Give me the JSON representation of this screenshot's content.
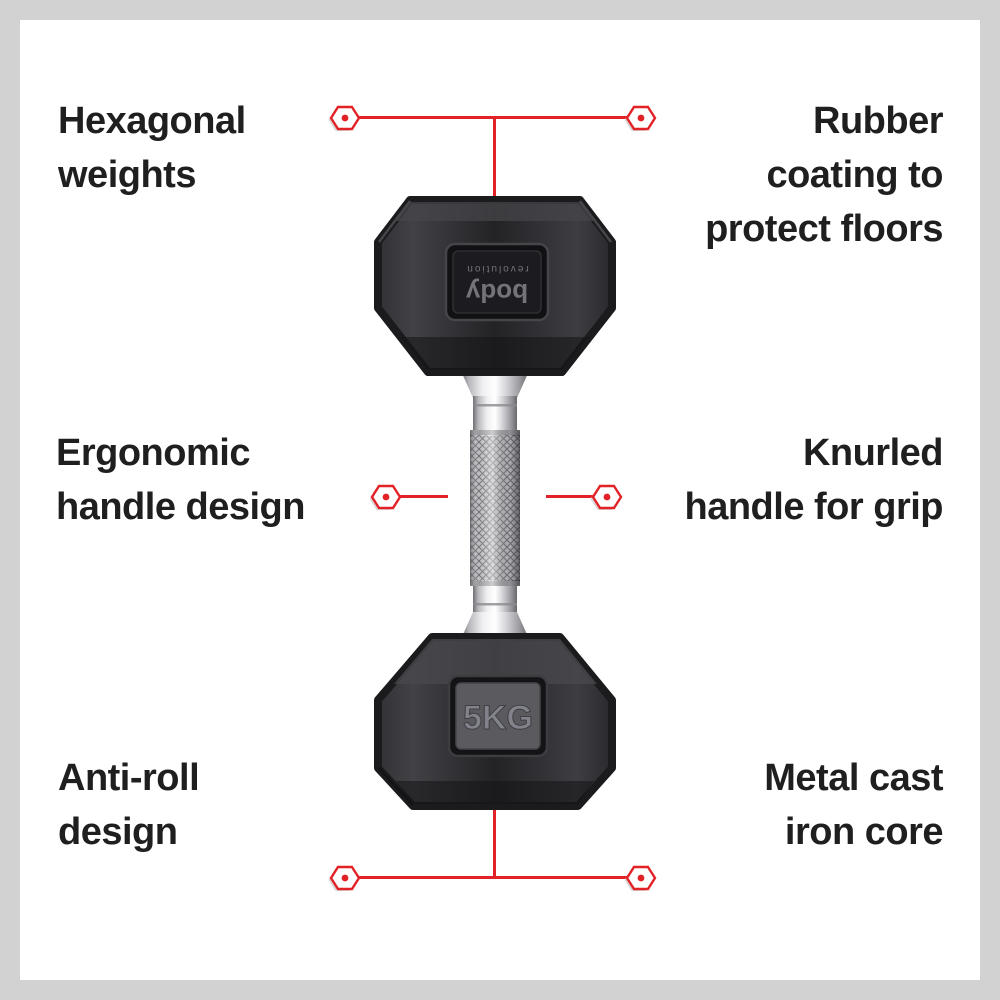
{
  "colors": {
    "accent_red": "#e32227",
    "border_gray": "#d2d2d2",
    "text_color": "#1f1f1f"
  },
  "callouts": {
    "top_left": {
      "lines": [
        "Hexagonal",
        "weights"
      ]
    },
    "top_right": {
      "lines": [
        "Rubber",
        "coating to",
        "protect floors"
      ]
    },
    "mid_left": {
      "lines": [
        "Ergonomic",
        "handle design"
      ]
    },
    "mid_right": {
      "lines": [
        "Knurled",
        "handle for grip"
      ]
    },
    "bottom_left": {
      "lines": [
        "Anti-roll",
        "design"
      ]
    },
    "bottom_right": {
      "lines": [
        "Metal cast",
        "iron core"
      ]
    }
  },
  "dumbbell": {
    "weight_label": "5KG",
    "brand_main": "body",
    "brand_sub": "revolution"
  }
}
